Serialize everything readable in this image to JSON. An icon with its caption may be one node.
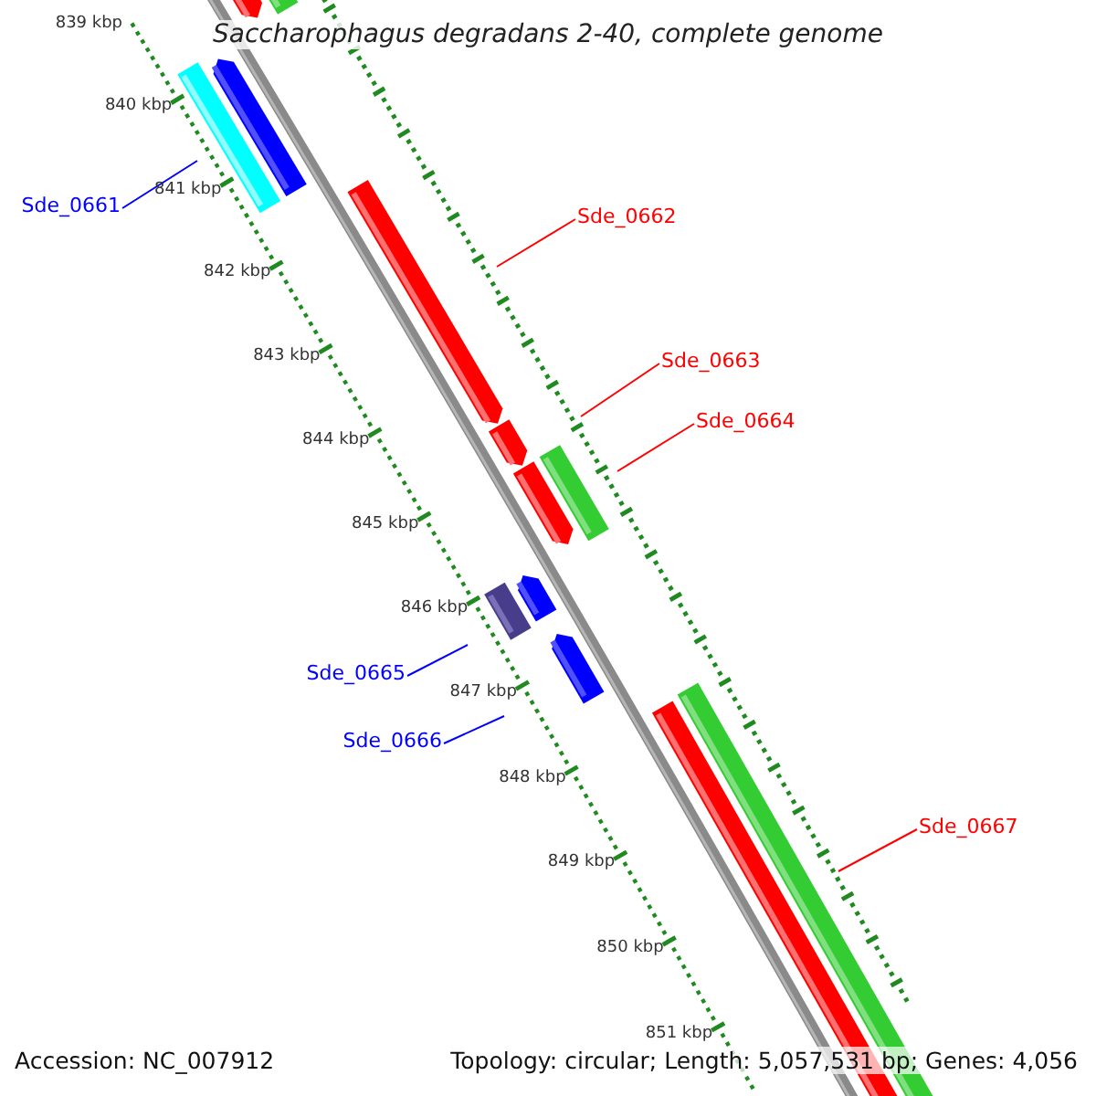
{
  "diagram": {
    "title": "Saccharophagus degradans 2-40, complete genome",
    "nodes": [
      {
        "text": [
          "Sde_0661"
        ]
      },
      {
        "text": [
          "Sde_0662"
        ]
      },
      {
        "text": [
          "Sde_0663"
        ]
      },
      {
        "text": [
          "Sde_0664"
        ]
      },
      {
        "text": [
          "Sde_0665"
        ]
      },
      {
        "text": [
          "Sde_0666"
        ]
      },
      {
        "text": [
          "Sde_0667"
        ]
      }
    ],
    "edges": [
      {
        "from": 0,
        "to": null,
        "arrow": "none",
        "color": "#0000ff"
      },
      {
        "from": 1,
        "to": null,
        "arrow": "none"
      },
      {
        "from": 2,
        "to": null,
        "arrow": "none"
      },
      {
        "from": 3,
        "to": null,
        "arrow": "none"
      },
      {
        "from": 4,
        "to": null,
        "arrow": "none",
        "color": "#0000ff"
      },
      {
        "from": 5,
        "to": null,
        "arrow": "none",
        "color": "#0000ff"
      },
      {
        "from": 6,
        "to": null,
        "arrow": "none"
      }
    ],
    "labels": [
      "839 kbp",
      "840 kbp",
      "841 kbp",
      "842 kbp",
      "843 kbp",
      "844 kbp",
      "845 kbp",
      "846 kbp",
      "847 kbp",
      "848 kbp",
      "849 kbp",
      "850 kbp",
      "851 kbp",
      "Accession: NC_007912",
      "Topology: circular; Length: 5,057,531 bp; Genes: 4,056"
    ]
  }
}
